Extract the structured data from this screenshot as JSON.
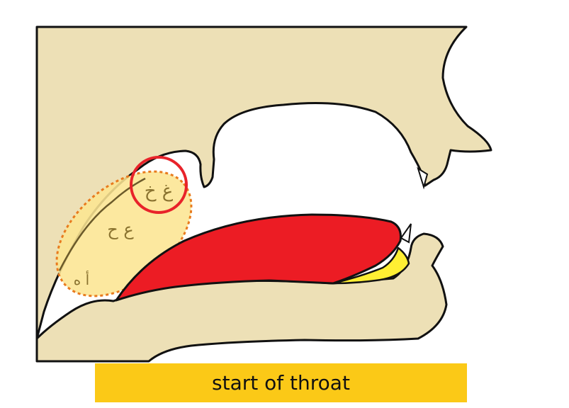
{
  "labels": {
    "gh_kh": "غ خ",
    "ain_ha": "ع ح",
    "hamza_ha": "أ ه"
  },
  "caption": "start of throat",
  "colors": {
    "background": "#ffffff",
    "skin": "#ede0b6",
    "tongue": "#ec1c24",
    "lower_teeth": "#ffef33",
    "throat_zone": "#fce592",
    "zone_border": "#e87b1e",
    "highlight_ring": "#e8232a",
    "caption_bar": "#fbc917",
    "outline": "#111111"
  }
}
